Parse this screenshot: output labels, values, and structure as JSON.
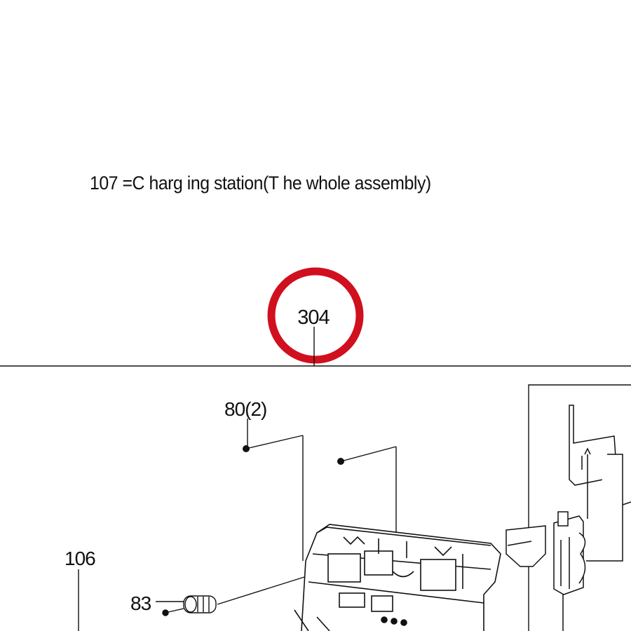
{
  "caption": "107 =C harg ing  station(T he whole assembly)",
  "highlight": {
    "label": "304",
    "ring_color": "#d0101e"
  },
  "callouts": {
    "c80": "80(2)",
    "c106": "106",
    "c83": "83"
  },
  "colors": {
    "line": "#111111",
    "background": "#ffffff"
  }
}
